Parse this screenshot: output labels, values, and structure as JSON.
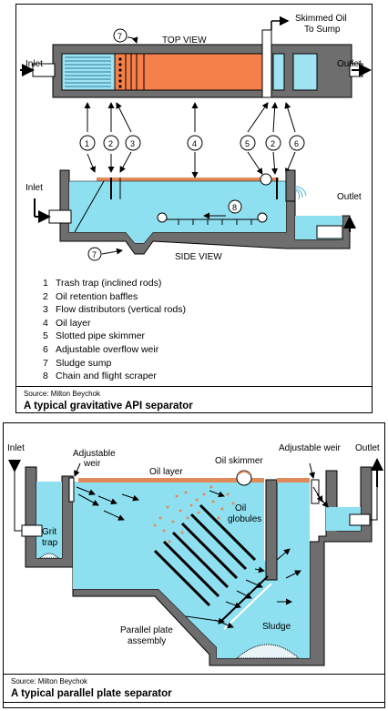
{
  "api": {
    "top_view_label": "TOP VIEW",
    "side_view_label": "SIDE VIEW",
    "skimmed_oil_line1": "Skimmed  Oil",
    "skimmed_oil_line2": "To Sump",
    "inlet_top": "Inlet",
    "outlet_top": "Outlet",
    "inlet_side": "Inlet",
    "outlet_side": "Outlet",
    "callouts": [
      "1",
      "2",
      "3",
      "4",
      "5",
      "2",
      "6",
      "7",
      "7",
      "8"
    ],
    "legend": [
      {
        "num": "1",
        "text": "Trash trap (inclined rods)"
      },
      {
        "num": "2",
        "text": "Oil retention baffles"
      },
      {
        "num": "3",
        "text": "Flow distributors (vertical rods)"
      },
      {
        "num": "4",
        "text": "Oil layer"
      },
      {
        "num": "5",
        "text": "Slotted pipe skimmer"
      },
      {
        "num": "6",
        "text": "Adjustable overflow weir"
      },
      {
        "num": "7",
        "text": "Sludge sump"
      },
      {
        "num": "8",
        "text": "Chain and flight scraper"
      }
    ],
    "source": "Source: Milton Beychok",
    "caption": "A typical gravitative  API separator"
  },
  "pp": {
    "inlet": "Inlet",
    "outlet": "Outlet",
    "adjustable_weir_left_1": "Adjustable",
    "adjustable_weir_left_2": "weir",
    "oil_layer": "Oil layer",
    "oil_skimmer": "Oil skimmer",
    "adjustable_weir_right": "Adjustable weir",
    "oil_globules_1": "Oil",
    "oil_globules_2": "globules",
    "grit_trap_1": "Grit",
    "grit_trap_2": "trap",
    "sludge": "Sludge",
    "parallel_plate_1": "Parallel plate",
    "parallel_plate_2": "assembly",
    "source": "Source: Milton Beychok",
    "caption": "A typical parallel plate separator"
  },
  "colors": {
    "water": "#8ee0f0",
    "wall": "#6e6e6e",
    "oil": "#e08a5a",
    "orange_fill": "#f5804a",
    "light_blue": "#9fe3f2"
  }
}
